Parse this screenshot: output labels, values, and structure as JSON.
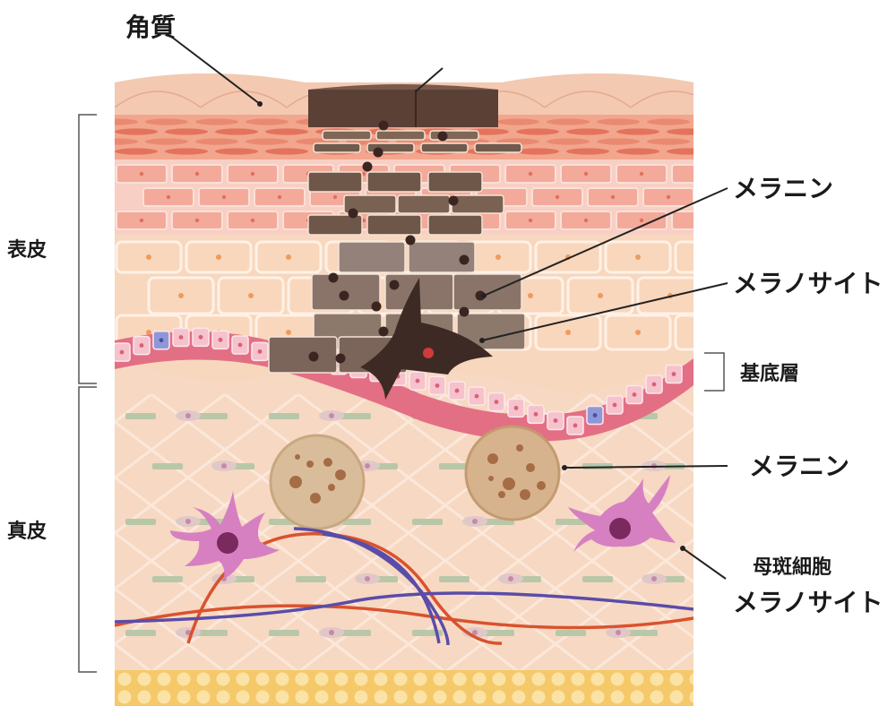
{
  "labels": {
    "stratum_corneum": "角質",
    "melanin_top": "メラニン",
    "melanocyte_top": "メラノサイト",
    "basal_layer": "基底層",
    "epidermis": "表皮",
    "dermis": "真皮",
    "melanin_dermis": "メラニン",
    "nevus_line1": "母斑細胞",
    "nevus_line2": "メラノサイト"
  },
  "colors": {
    "corneum_pink": "#f3c9b1",
    "granular_red": "#e8806a",
    "spinous_pink": "#f4b8ad",
    "prickle_peach": "#f7d7bd",
    "basal_pink": "#ec8a9a",
    "dermis_peach": "#f7d8c2",
    "pigment_dark": "#4b3229",
    "melanocyte_dark": "#3e2a24",
    "melanin_ball": "#d7b996",
    "nevus_cell": "#d680c2",
    "vessel_red": "#d9522e",
    "vessel_blue": "#5a4ca8",
    "fat_yellow": "#f7d98e"
  }
}
